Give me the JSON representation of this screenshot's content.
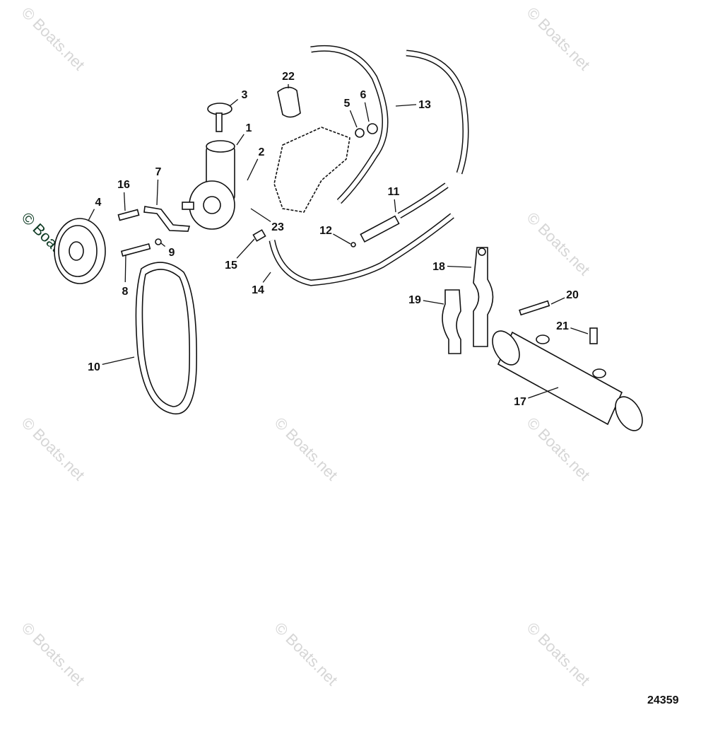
{
  "diagram": {
    "drawing_number": "24359",
    "watermark_text": "© Boats.net",
    "callouts": [
      "1",
      "2",
      "3",
      "4",
      "5",
      "6",
      "7",
      "8",
      "9",
      "10",
      "11",
      "12",
      "13",
      "14",
      "15",
      "16",
      "17",
      "18",
      "19",
      "20",
      "21",
      "22",
      "23"
    ]
  }
}
